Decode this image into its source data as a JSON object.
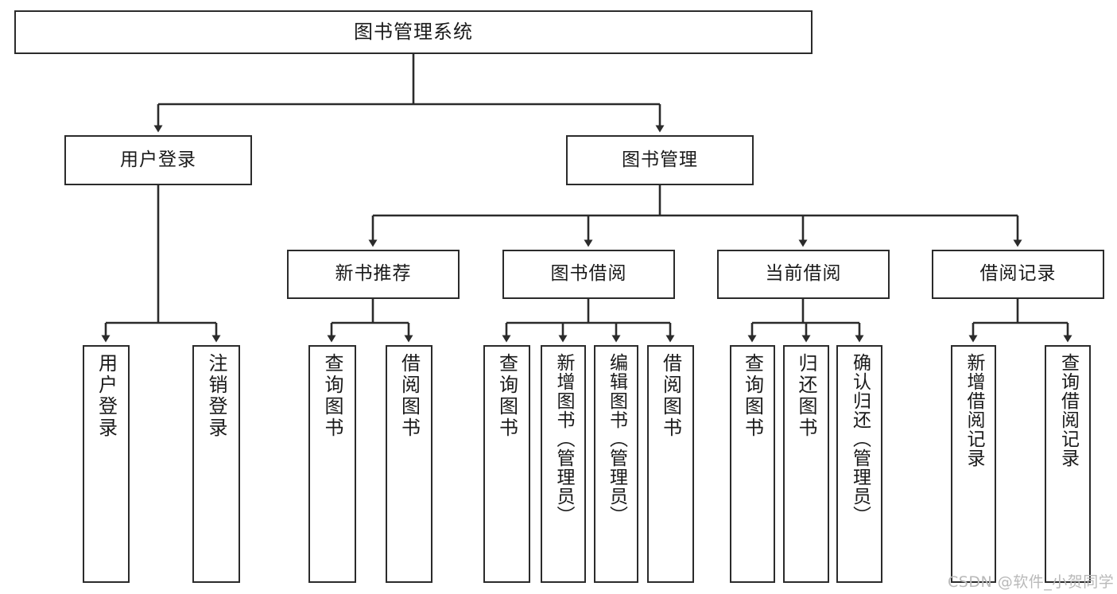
{
  "diagram": {
    "title": "图书管理系统",
    "type": "tree-hierarchy",
    "colors": {
      "stroke": "#2b2b2b",
      "fill": "#ffffff",
      "text": "#1a1a1a",
      "watermark": "#b9b9b9"
    },
    "watermark": "CSDN @软件_小贺同学"
  },
  "nodes": {
    "root": {
      "label": "图书管理系统"
    },
    "level2": [
      {
        "label": "用户登录"
      },
      {
        "label": "图书管理"
      }
    ],
    "level3": [
      {
        "label": "新书推荐"
      },
      {
        "label": "图书借阅"
      },
      {
        "label": "当前借阅"
      },
      {
        "label": "借阅记录"
      }
    ],
    "leaves": {
      "user_login": [
        {
          "label": "用户登录"
        },
        {
          "label": "注销登录"
        }
      ],
      "new_book": [
        {
          "label": "查询图书"
        },
        {
          "label": "借阅图书"
        }
      ],
      "book_borrow": [
        {
          "label": "查询图书"
        },
        {
          "label": "新增图书（管理员）"
        },
        {
          "label": "编辑图书（管理员）"
        },
        {
          "label": "借阅图书"
        }
      ],
      "current_borrow": [
        {
          "label": "查询图书"
        },
        {
          "label": "归还图书"
        },
        {
          "label": "确认归还（管理员）"
        }
      ],
      "borrow_record": [
        {
          "label": "新增借阅记录"
        },
        {
          "label": "查询借阅记录"
        }
      ]
    }
  }
}
